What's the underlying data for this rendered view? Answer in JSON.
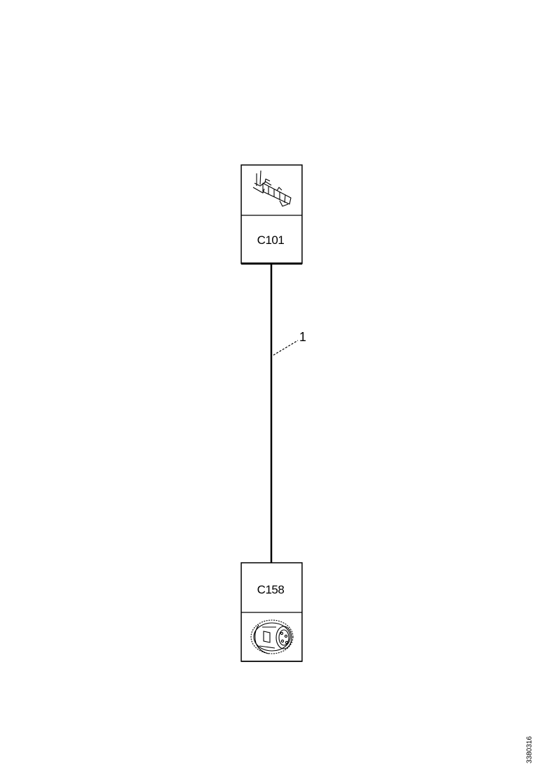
{
  "connectors": [
    {
      "id": "C101",
      "label": "C101",
      "icon": "terminal-connector-icon"
    },
    {
      "id": "C158",
      "label": "C158",
      "icon": "round-connector-icon"
    }
  ],
  "wire": {
    "callout": "1"
  },
  "figure_id": "3380316",
  "colors": {
    "line": "#000000",
    "background": "#ffffff"
  }
}
